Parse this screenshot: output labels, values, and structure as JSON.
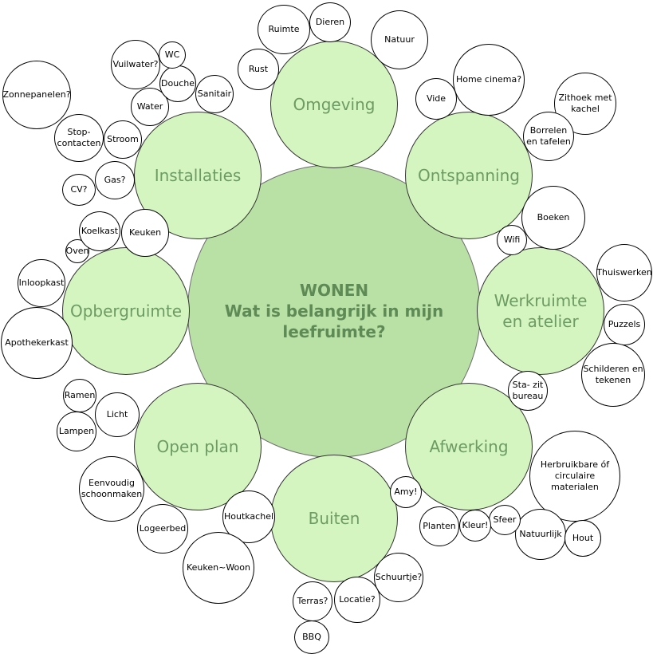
{
  "center": {
    "title": "WONEN",
    "subtitle": "Wat is belangrijk in mijn\nleefruimte?"
  },
  "categories": {
    "omgeving": "Omgeving",
    "ontspanning": "Ontspanning",
    "werkruimte": "Werkruimte\nen atelier",
    "afwerking": "Afwerking",
    "buiten": "Buiten",
    "open_plan": "Open plan",
    "opbergruimte": "Opbergruimte",
    "installaties": "Installaties"
  },
  "items": {
    "ruimte": "Ruimte",
    "dieren": "Dieren",
    "natuur": "Natuur",
    "rust": "Rust",
    "home_cinema": "Home cinema?",
    "vide": "Vide",
    "zithoek": "Zithoek met\nkachel",
    "borrelen": "Borrelen\nen tafelen",
    "boeken": "Boeken",
    "wifi": "Wifi",
    "thuiswerken": "Thuiswerken",
    "puzzels": "Puzzels",
    "schilderen": "Schilderen en\ntekenen",
    "sta_zit": "Sta- zit\nbureau",
    "herbruikbare": "Herbruikbare óf\ncirculaire materialen",
    "natuurlijk": "Natuurlijk",
    "hout": "Hout",
    "sfeer": "Sfeer",
    "kleur": "Kleur!",
    "planten": "Planten",
    "amy": "Amy!",
    "schuurtje": "Schuurtje?",
    "locatie": "Locatie?",
    "terras": "Terras?",
    "bbq": "BBQ",
    "houtkachel": "Houtkachel",
    "keuken_woon": "Keuken~Woon",
    "logeerbed": "Logeerbed",
    "eenvoudig": "Eenvoudig\nschoonmaken",
    "licht": "Licht",
    "ramen": "Ramen",
    "lampen": "Lampen",
    "inloopkast": "Inloopkast",
    "apothekerkast": "Apothekerkast",
    "oven": "Oven",
    "koelkast": "Koelkast",
    "keuken": "Keuken",
    "cv": "CV?",
    "gas": "Gas?",
    "stroom": "Stroom",
    "stopcontacten": "Stop-\ncontacten",
    "zonnepanelen": "Zonnepanelen?",
    "water": "Water",
    "douche": "Douche",
    "sanitair": "Sanitair",
    "wc": "WC",
    "vuilwater": "Vuilwater?"
  }
}
